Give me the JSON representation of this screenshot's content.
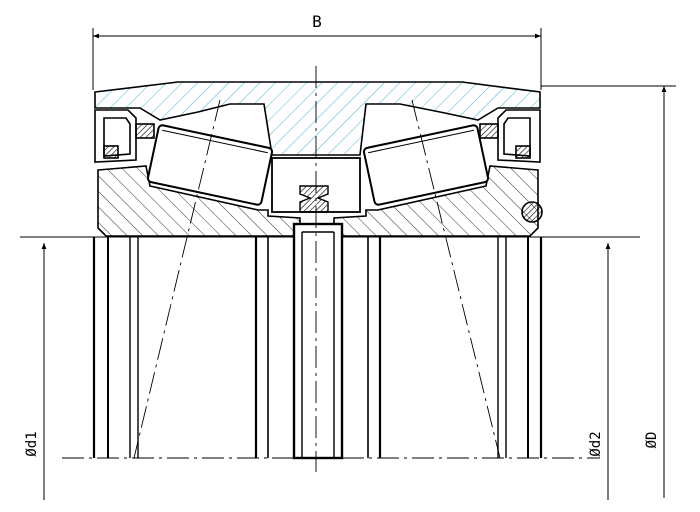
{
  "dimensions": {
    "width_label": "B",
    "outer_diameter_label": "ØD",
    "bore_left_label": "Ød1",
    "bore_right_label": "Ød2"
  },
  "colors": {
    "line": "#000000",
    "outer_ring_hatch": "#44b6d6",
    "background": "#ffffff"
  }
}
